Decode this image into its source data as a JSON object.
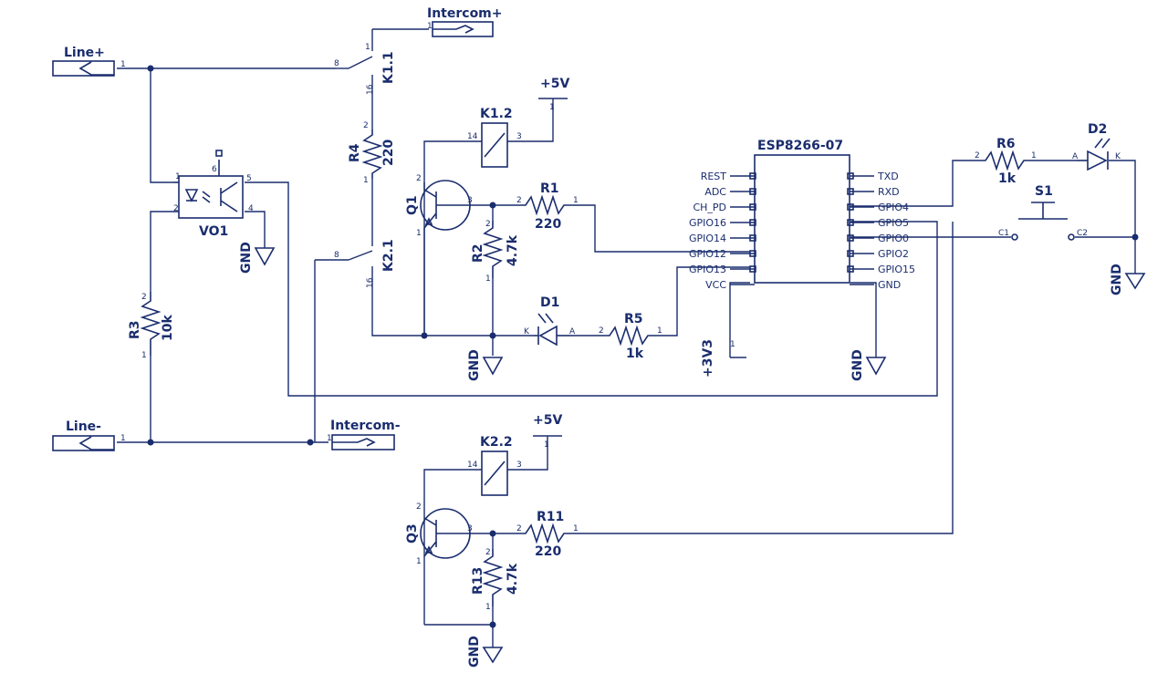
{
  "connectors": {
    "line_plus": "Line+",
    "line_minus": "Line-",
    "intercom_plus": "Intercom+",
    "intercom_minus": "Intercom-"
  },
  "power": {
    "p5v": "+5V",
    "p3v3": "+3V3",
    "gnd": "GND"
  },
  "relays": {
    "k11": "K1.1",
    "k12": "K1.2",
    "k21": "K2.1",
    "k22": "K2.2"
  },
  "resistors": {
    "r1": "R1",
    "r1_val": "220",
    "r2": "R2",
    "r2_val": "4.7k",
    "r3": "R3",
    "r3_val": "10k",
    "r4": "R4",
    "r4_val": "220",
    "r5": "R5",
    "r5_val": "1k",
    "r6": "R6",
    "r6_val": "1k",
    "r11": "R11",
    "r11_val": "220",
    "r13": "R13",
    "r13_val": "4.7k"
  },
  "semis": {
    "q1": "Q1",
    "q3": "Q3",
    "d1": "D1",
    "d2": "D2",
    "vo1": "VO1",
    "s1": "S1",
    "s1_c1": "C1",
    "s1_c2": "C2",
    "led_a": "A",
    "led_k": "K"
  },
  "esp": {
    "title": "ESP8266-07",
    "left_pins": [
      "REST",
      "ADC",
      "CH_PD",
      "GPIO16",
      "GPIO14",
      "GPIO12",
      "GPIO13",
      "VCC"
    ],
    "right_pins": [
      "TXD",
      "RXD",
      "GPIO4",
      "GPIO5",
      "GPIO0",
      "GPIO2",
      "GPIO15",
      "GND"
    ]
  },
  "pin_numbers": {
    "p1": "1",
    "p2": "2",
    "p3": "3",
    "p4": "4",
    "p5": "5",
    "p6": "6",
    "p8": "8",
    "p14": "14",
    "p16": "16"
  }
}
